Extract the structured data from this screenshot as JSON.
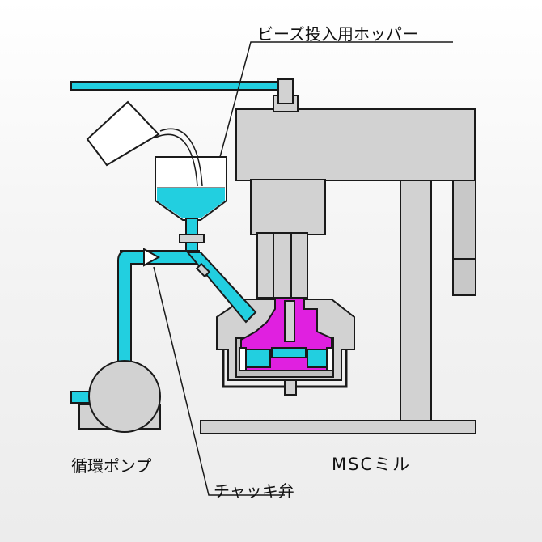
{
  "labels": {
    "hopper": "ビーズ投入用ホッパー",
    "pump": "循環ポンプ",
    "mill": "MSCミル",
    "valve": "チャッキ弁"
  },
  "colors": {
    "fluid": "#22cfe0",
    "rotor": "#e020e0",
    "machine": "#d2d2d2",
    "outline": "#1a1a1a"
  },
  "icons": {
    "hopper": "funnel-hopper-icon",
    "bucket": "pouring-bucket-icon",
    "pump": "circulation-pump-icon",
    "valve": "check-valve-icon",
    "mill": "msc-mill-icon"
  }
}
